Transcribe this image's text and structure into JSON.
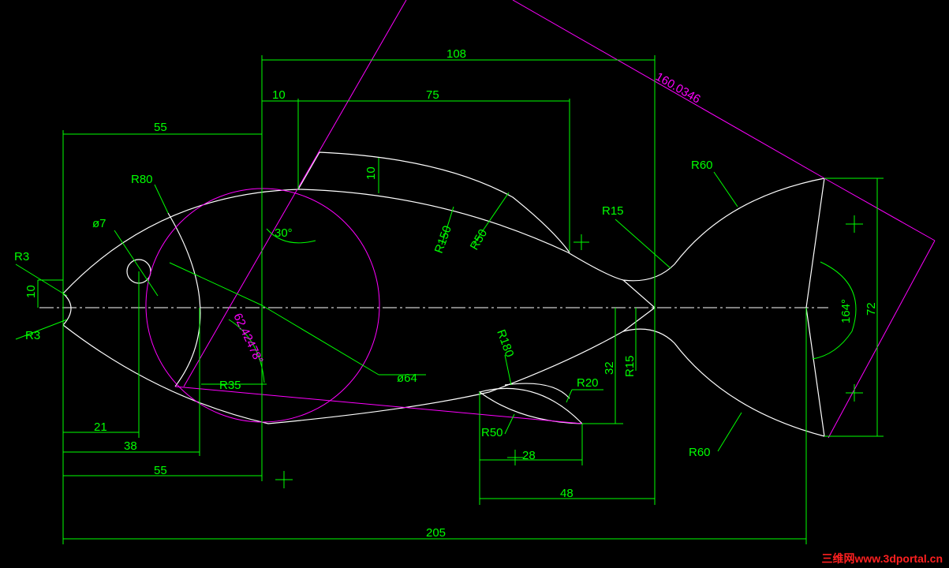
{
  "dimensions": {
    "d108": "108",
    "d10_top": "10",
    "d75": "75",
    "d55_top": "55",
    "d160": "160.0346",
    "r80": "R80",
    "phi7": "ø7",
    "r3_top": "R3",
    "d10_left": "10",
    "r3_bot": "R3",
    "d10_fin": "10",
    "a30": "30°",
    "r150": "R150",
    "r50_top": "R50",
    "r15_top": "R15",
    "r60_top": "R60",
    "a62": "62.42478°",
    "phi64": "ø64",
    "r35": "R35",
    "r180": "R180",
    "r20": "R20",
    "r50_bot": "R50",
    "d28": "28",
    "d32": "32",
    "r15_bot": "R15",
    "a164": "164°",
    "d72": "72",
    "r60_bot": "R60",
    "d21": "21",
    "d38": "38",
    "d55_bot": "55",
    "d48": "48",
    "d205": "205"
  },
  "watermark": {
    "site_cn": "三维网",
    "url": "www.3dportal.cn"
  }
}
